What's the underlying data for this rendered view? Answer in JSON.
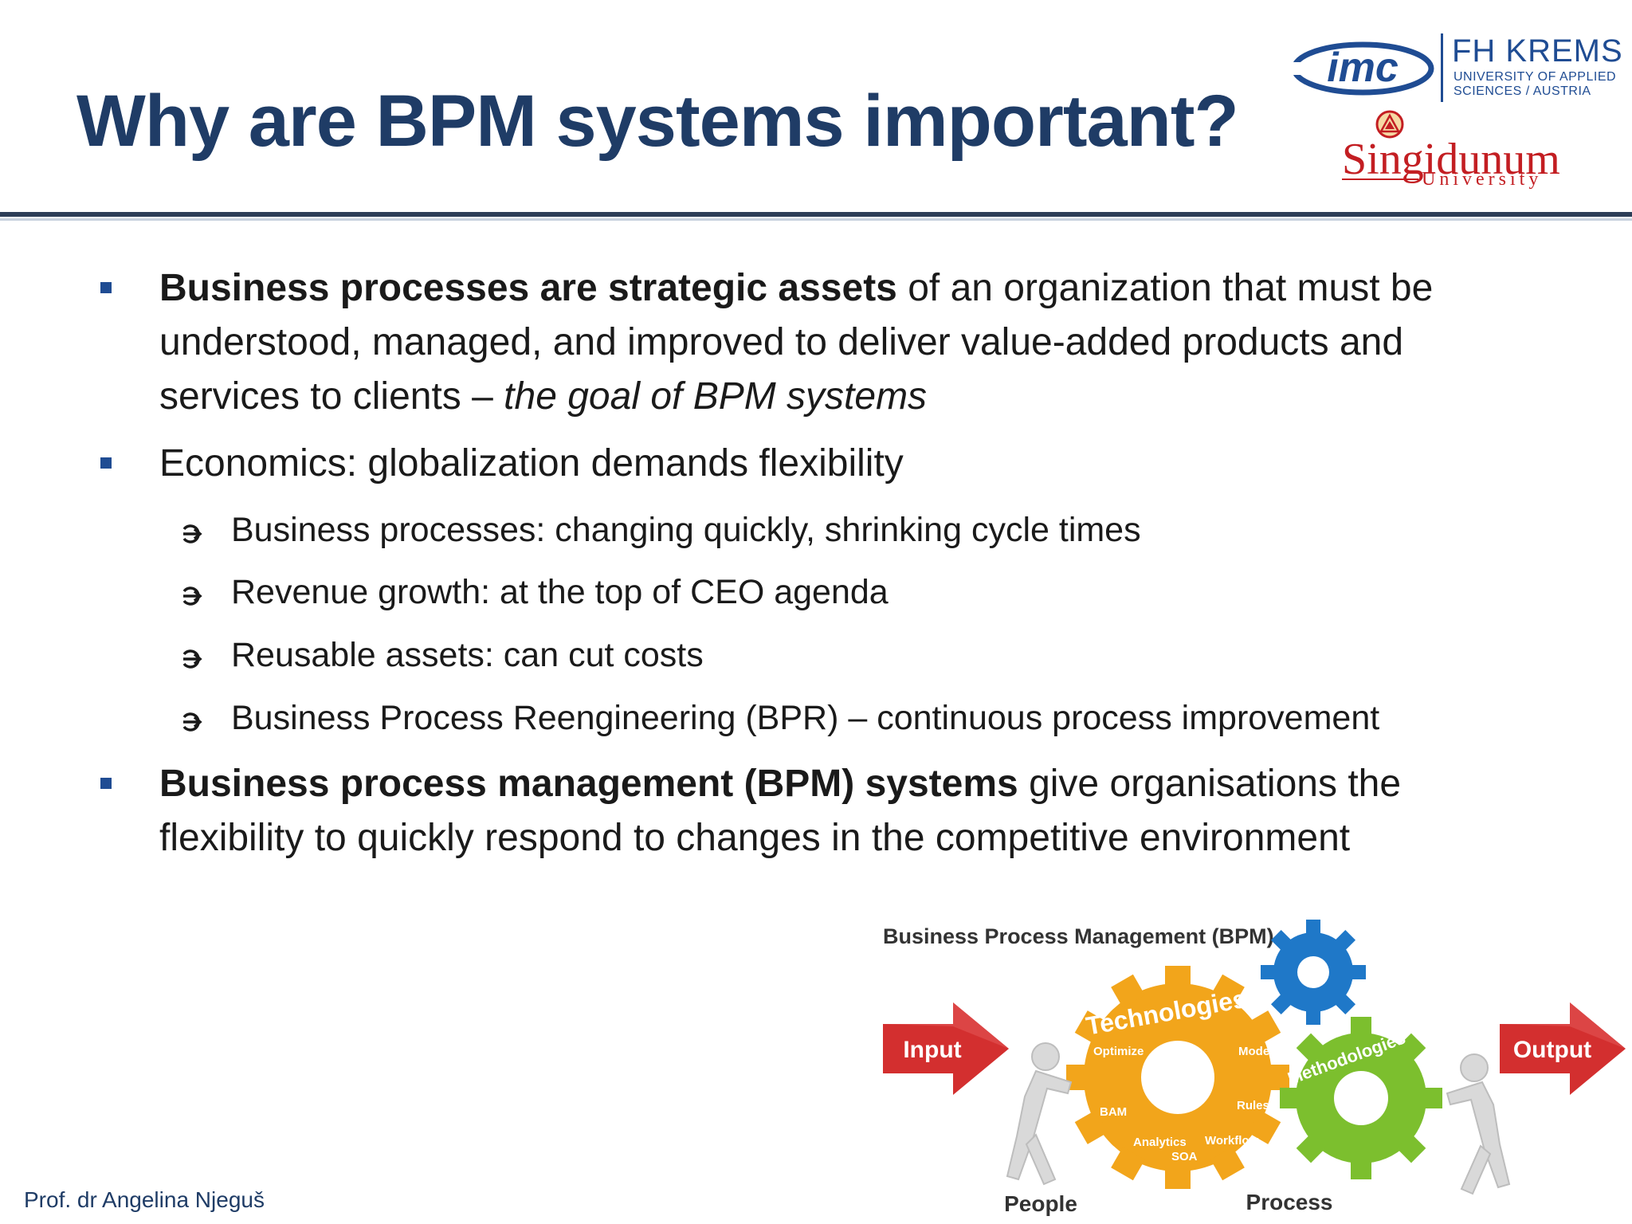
{
  "slide": {
    "title": "Why are BPM systems important?",
    "footer": "Prof. dr Angelina Njeguš"
  },
  "logos": {
    "imc": "imc",
    "fh_krems": "FH KREMS",
    "fh_sub_1": "UNIVERSITY OF APPLIED",
    "fh_sub_2": "SCIENCES / AUSTRIA",
    "singidunum": "Singidunum",
    "singidunum_sub": "University"
  },
  "bullets": [
    {
      "bold": "Business processes are strategic assets",
      "text": " of an organization that must be understood, managed, and improved to deliver value-added products and services to clients – ",
      "italic": "the goal of BPM systems"
    },
    {
      "text": "Economics: globalization demands flexibility"
    },
    {
      "bold": "Business process management (BPM) systems",
      "text": " give organisations the flexibility to quickly respond to changes in the competitive environment"
    }
  ],
  "sub_bullets": [
    "Business processes: changing quickly, shrinking cycle times",
    "Revenue growth: at the top of CEO agenda",
    "Reusable assets: can cut costs",
    "Business Process Reengineering (BPR) – continuous process improvement"
  ],
  "diagram": {
    "title": "Business Process Management (BPM)",
    "input": "Input",
    "output": "Output",
    "technologies": "Technologies",
    "methodologies": "Methodologies",
    "gear_labels": [
      "Optimize",
      "Model",
      "BAM",
      "Rules",
      "Analytics",
      "Workflow",
      "SOA"
    ],
    "people": "People",
    "process": "Process"
  },
  "colors": {
    "title": "#1f3c66",
    "bullet_square": "#1f4c93",
    "input_arrow": "#d32f2f",
    "orange_gear": "#f2a51b",
    "green_gear": "#7cbf2e",
    "blue_gear": "#1f78c8",
    "logo_blue": "#1f4c93",
    "logo_red": "#c31e22"
  }
}
